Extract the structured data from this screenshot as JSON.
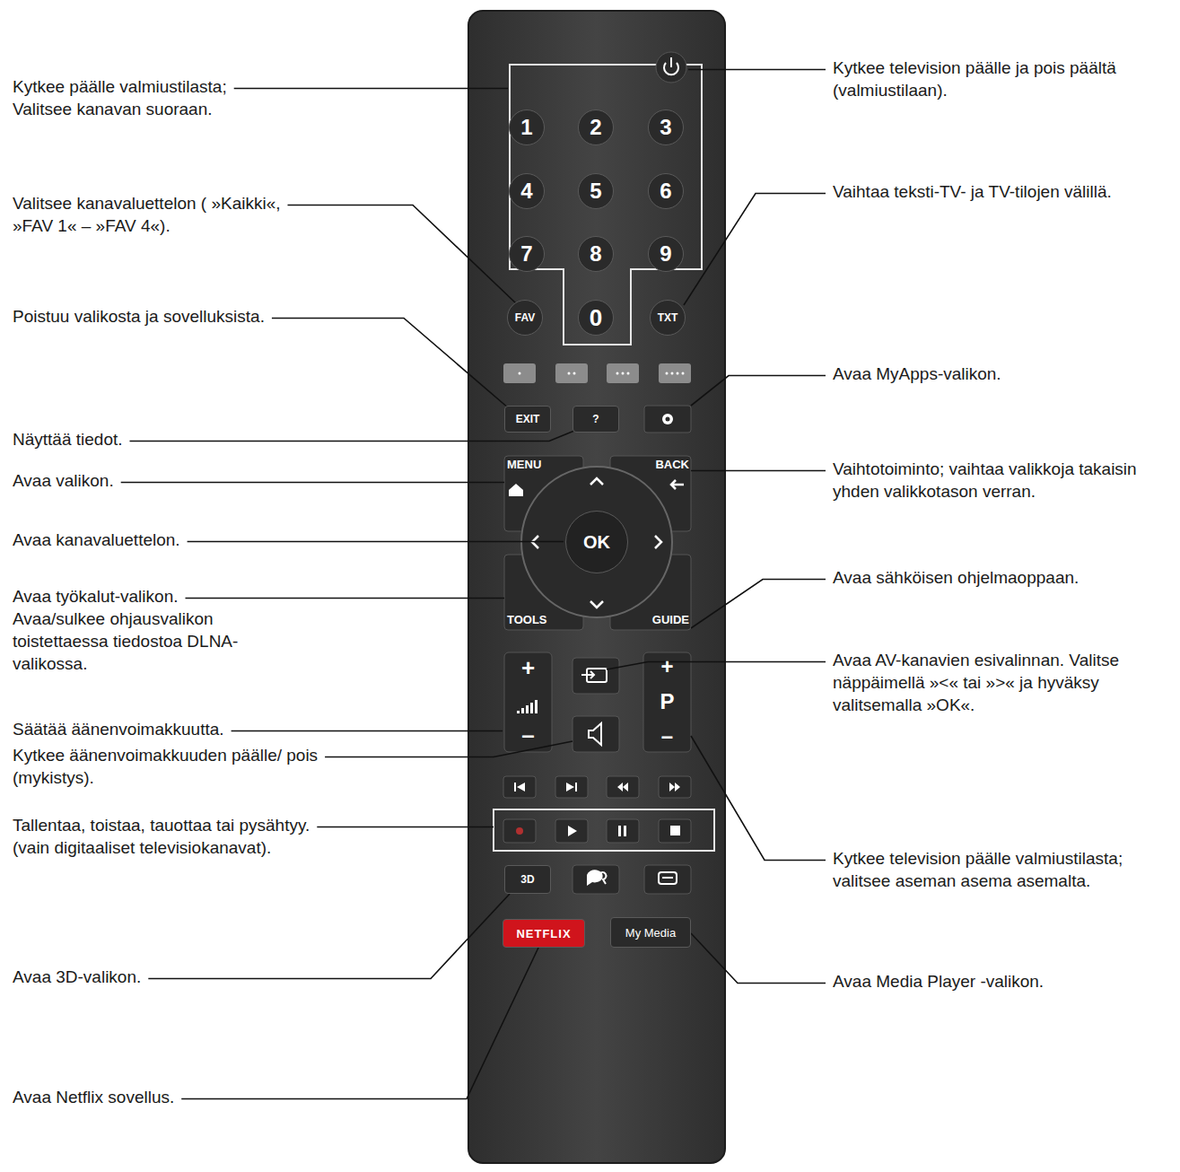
{
  "diagram": {
    "nodes": [
      {
        "text": [
          "1"
        ]
      },
      {
        "text": [
          "2"
        ]
      },
      {
        "text": [
          "3"
        ]
      },
      {
        "text": [
          "4"
        ]
      },
      {
        "text": [
          "5"
        ]
      },
      {
        "text": [
          "6"
        ]
      },
      {
        "text": [
          "7"
        ]
      },
      {
        "text": [
          "8"
        ]
      },
      {
        "text": [
          "9"
        ]
      },
      {
        "text": [
          "FAV"
        ]
      },
      {
        "text": [
          "0"
        ]
      },
      {
        "text": [
          "TXT"
        ]
      },
      {
        "text": [
          "EXIT"
        ]
      },
      {
        "text": [
          "?"
        ]
      },
      {
        "text": [
          "MENU"
        ]
      },
      {
        "text": [
          "BACK"
        ]
      },
      {
        "text": [
          "OK"
        ]
      },
      {
        "text": [
          "TOOLS"
        ]
      },
      {
        "text": [
          "GUIDE"
        ]
      },
      {
        "text": [
          "+",
          "–"
        ]
      },
      {
        "text": [
          "+",
          "P",
          "–"
        ]
      },
      {
        "text": [
          "3D"
        ]
      },
      {
        "text": [
          "NETFLIX"
        ]
      },
      {
        "text": [
          "My Media"
        ]
      }
    ],
    "labels": [
      "Kytkee päälle valmiustilasta; Valitsee kanavan suoraan.",
      "Valitsee kanavaluettelon ( »Kaikki«, »FAV 1« – »FAV 4«).",
      "Poistuu valikosta ja sovelluksista.",
      "Näyttää tiedot.",
      "Avaa valikon.",
      "Avaa kanavaluettelon.",
      "Avaa työkalut-valikon. Avaa/sulkee ohjausvalikon toistettaessa tiedostoa DLNA-valikossa.",
      "Säätää äänenvoimakkuutta.",
      "Kytkee äänenvoimakkuuden päälle/ pois (mykistys).",
      "Tallentaa, toistaa, tauottaa tai pysähtyy. (vain digitaaliset televisiokanavat).",
      "Avaa 3D-valikon.",
      "Avaa Netflix sovellus.",
      "Kytkee television päälle ja pois päältä (valmiustilaan).",
      "Vaihtaa teksti-TV- ja TV-tilojen välillä.",
      "Avaa MyApps-valikon.",
      "Vaihtotoiminto; vaihtaa valikkoja takaisin yhden valikkotason verran.",
      "Avaa sähköisen ohjelmaoppaan.",
      "Avaa AV-kanavien esivalinnan. Valitse näppäimellä »<« tai »>« ja hyväksy valitsemalla »OK«.",
      "Kytkee television päälle valmiustilasta; valitsee aseman asema asemalta.",
      "Avaa Media Player -valikon."
    ]
  }
}
